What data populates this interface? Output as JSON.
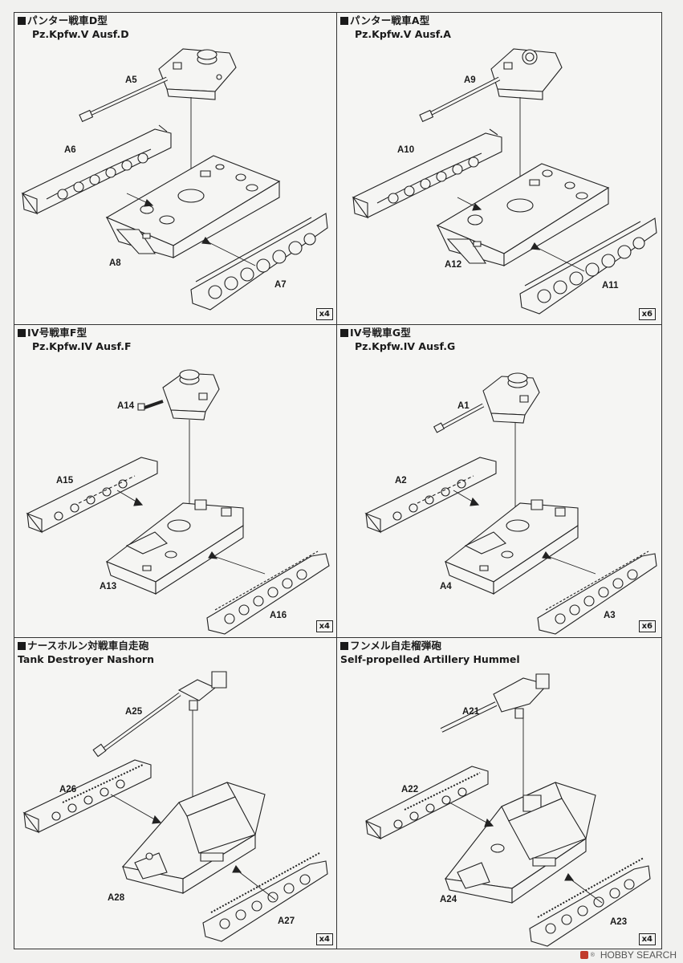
{
  "panels": [
    {
      "title": "パンター戦車D型",
      "subtitle": "Pz.Kpfw.V Ausf.D",
      "quantity": "x4",
      "parts": {
        "turret": "A5",
        "track_left": "A6",
        "hull": "A8",
        "track_right": "A7"
      }
    },
    {
      "title": "パンター戦車A型",
      "subtitle": "Pz.Kpfw.V Ausf.A",
      "quantity": "x6",
      "parts": {
        "turret": "A9",
        "track_left": "A10",
        "hull": "A12",
        "track_right": "A11"
      }
    },
    {
      "title": "IV号戦車F型",
      "subtitle": "Pz.Kpfw.IV Ausf.F",
      "quantity": "x4",
      "parts": {
        "turret": "A14",
        "track_left": "A15",
        "hull": "A13",
        "track_right": "A16"
      }
    },
    {
      "title": "IV号戦車G型",
      "subtitle": "Pz.Kpfw.IV Ausf.G",
      "quantity": "x6",
      "parts": {
        "turret": "A1",
        "track_left": "A2",
        "hull": "A4",
        "track_right": "A3"
      }
    },
    {
      "title": "ナースホルン対戦車自走砲",
      "subtitle": "Tank Destroyer Nashorn",
      "quantity": "x4",
      "parts": {
        "turret": "A25",
        "track_left": "A26",
        "hull": "A28",
        "track_right": "A27"
      }
    },
    {
      "title": "フンメル自走榴弾砲",
      "subtitle": "Self-propelled Artillery Hummel",
      "quantity": "x4",
      "parts": {
        "turret": "A21",
        "track_left": "A22",
        "hull": "A24",
        "track_right": "A23"
      }
    }
  ],
  "watermark": {
    "brand": "HOBBY SEARCH",
    "reg_mark": "®"
  },
  "icons": [
    "title-square-icon",
    "hobby-search-logo-icon"
  ]
}
